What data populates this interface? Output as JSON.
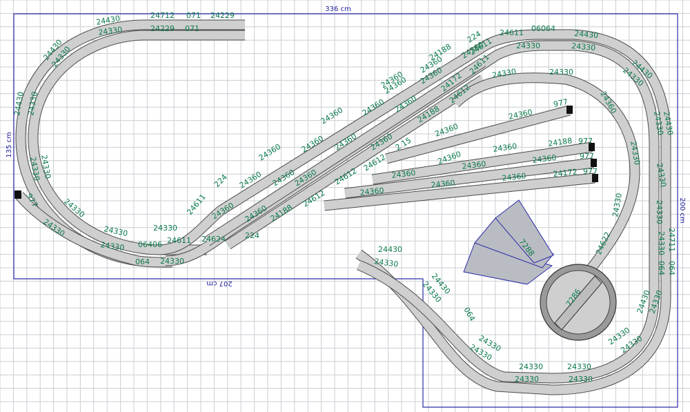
{
  "dimensions": {
    "top_width": "336 cm",
    "left_height": "135 cm",
    "right_height": "200 cm",
    "bottom_width": "207 cm"
  },
  "turntable_label": "7286",
  "fan_label": "7288",
  "track_labels": {
    "t1": "24430",
    "t2": "24712",
    "t3": "071",
    "t4": "24229",
    "t5": "24330",
    "t6": "24229",
    "t7": "071",
    "t8": "24430",
    "t9": "24330",
    "t10": "24430",
    "t11": "24330",
    "t12": "24330",
    "t13": "977",
    "t14": "24330",
    "t15": "24330",
    "t16": "24330",
    "t17": "24330",
    "t18": "06406",
    "t19": "064",
    "t20": "24330",
    "t21": "24330",
    "t22": "24330",
    "t23": "24611",
    "t24": "24624",
    "t25": "24611",
    "t26": "224",
    "t27": "24360",
    "t28": "24360",
    "t29": "24360",
    "t30": "24360",
    "t31": "24360",
    "t32": "24360",
    "t33": "24360",
    "t34": "24360",
    "t35": "24188",
    "t36": "224",
    "t37": "24360",
    "t38": "24360",
    "t39": "24360",
    "t40": "24360",
    "t41": "24360",
    "t42": "24188",
    "t43": "24360",
    "t44": "24360",
    "t45": "24612",
    "t46": "24612",
    "t47": "224",
    "t48": "24611",
    "t49": "24172",
    "t50": "24612",
    "t51": "24188",
    "t52": "24360",
    "t53": "24360",
    "t54": "24611",
    "t55": "06064",
    "t56": "24430",
    "t57": "24330",
    "t58": "24330",
    "t59": "24330",
    "t60": "24430",
    "t61": "24330",
    "t62": "24430",
    "t63": "24330",
    "t64": "24360",
    "t65": "977",
    "t66": "24360",
    "t67": "24188",
    "t68": "977",
    "t69": "24360",
    "t70": "24360",
    "t71": "24360",
    "t72": "977",
    "t73": "24360",
    "t74": "24172",
    "t75": "977",
    "t76": "24360",
    "t77": "24360",
    "t78": "24360",
    "t79": "24330",
    "t80": "24330",
    "t81": "24330",
    "t82": "24330",
    "t83": "24622",
    "t84": "24711",
    "t85": "24330",
    "t86": "24330",
    "t87": "064",
    "t88": "064",
    "t89": "24430",
    "t90": "24330",
    "t91": "24430",
    "t92": "24330",
    "t93": "064",
    "t94": "24330",
    "t95": "24330",
    "t96": "24330",
    "t97": "24330",
    "t98": "24330",
    "t99": "24330",
    "t100": "24330",
    "t101": "24430",
    "t102": "24330",
    "t103": "24330",
    "t104": "24611",
    "t105": "24360",
    "t106": "24360",
    "t107": "2 15",
    "t108": "24612"
  }
}
